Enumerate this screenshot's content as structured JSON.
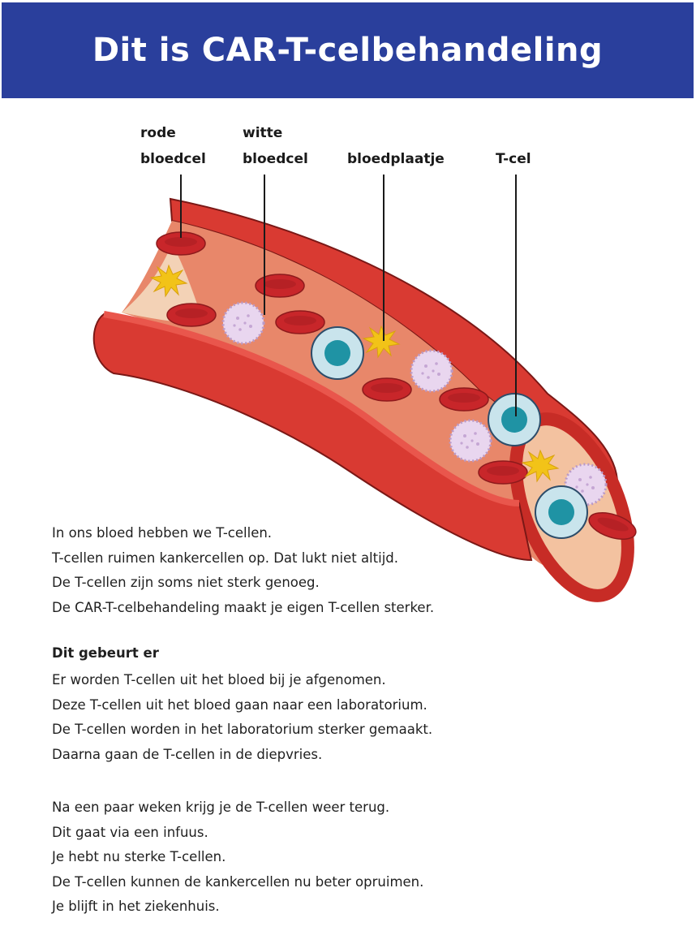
{
  "title": "Dit is CAR-T-celbehandeling",
  "labels": {
    "red_blood_cell": [
      "rode",
      "bloedcel"
    ],
    "white_blood_cell": [
      "witte",
      "bloedcel"
    ],
    "platelet": "bloedplaatje",
    "t_cell": "T-cel"
  },
  "intro": [
    "In ons bloed hebben we T-cellen.",
    "T-cellen ruimen kankercellen op. Dat lukt niet altijd.",
    "De T-cellen zijn soms niet sterk genoeg.",
    "De CAR-T-celbehandeling maakt je eigen T-cellen sterker."
  ],
  "section": {
    "heading": "Dit gebeurt er",
    "paragraph1": [
      "Er worden T-cellen uit het bloed bij je afgenomen.",
      "Deze T-cellen uit het bloed gaan naar een laboratorium.",
      "De T-cellen worden in het laboratorium sterker gemaakt.",
      "Daarna gaan de T-cellen in de diepvries."
    ],
    "paragraph2": [
      "Na een paar weken krijg je de T-cellen weer terug.",
      "Dit gaat via een infuus.",
      "Je hebt nu sterke T-cellen.",
      "De T-cellen kunnen de kankercellen nu beter opruimen.",
      "Je blijft in het ziekenhuis."
    ]
  },
  "colors": {
    "header_bg": "#2a3f9c",
    "vessel_wall": "#d93a32",
    "vessel_dark": "#c72c26",
    "vessel_inner": "#e8876a",
    "blood_plasma": "#f3c2a0",
    "red_cell": "#c8262a",
    "t_cell_outer": "#c9e4ec",
    "t_cell_core": "#1f93a4",
    "platelet": "#f2c318",
    "white_cell": "#e9d6ef"
  }
}
